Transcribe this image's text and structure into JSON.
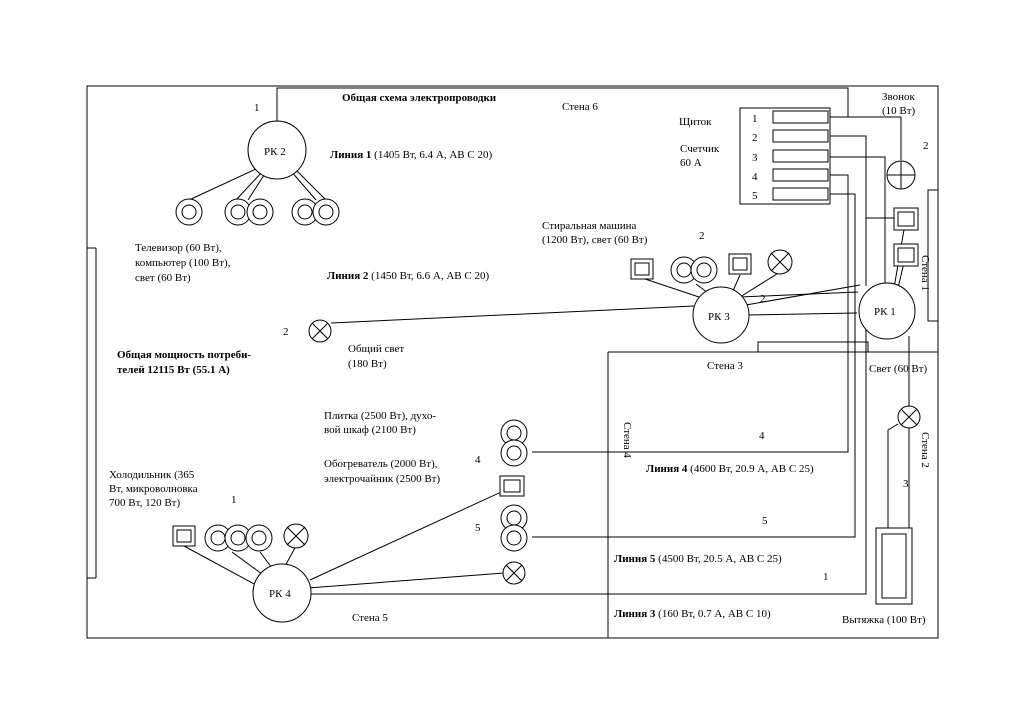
{
  "title": "Общая схема электропроводки",
  "walls": {
    "wall1": "Стена 1",
    "wall2": "Стена 2",
    "wall3": "Стена 3",
    "wall4": "Стена 4",
    "wall5": "Стена 5",
    "wall6": "Стена 6"
  },
  "panel": {
    "label": "Щиток",
    "meter_label": "Счетчик",
    "meter_value": "60 А",
    "breakers": [
      "1",
      "2",
      "3",
      "4",
      "5"
    ]
  },
  "doorbell": {
    "label": "Звонок",
    "power": "(10 Вт)",
    "line_no": "2"
  },
  "junction_boxes": {
    "rk1": "РК 1",
    "rk2": "РК 2",
    "rk3": "РК 3",
    "rk4": "РК 4"
  },
  "lines": [
    {
      "id": "line1",
      "name": "Линия 1",
      "spec": "(1405 Вт, 6.4 А, АВ С 20)"
    },
    {
      "id": "line2",
      "name": "Линия 2",
      "spec": "(1450 Вт, 6.6 А, АВ С 20)"
    },
    {
      "id": "line3",
      "name": "Линия 3",
      "spec": "(160 Вт, 0.7 А, АВ С 10)"
    },
    {
      "id": "line4",
      "name": "Линия 4",
      "spec": "(4600 Вт, 20.9 А, АВ С 25)"
    },
    {
      "id": "line5",
      "name": "Линия 5",
      "spec": "(4500 Вт, 20.5 А, АВ С 25)"
    }
  ],
  "consumers": {
    "tv_group": [
      "Телевизор (60 Вт),",
      "компьютер (100 Вт),",
      "свет (60 Вт)"
    ],
    "washer": [
      "Стиральная машина",
      "(1200 Вт), свет (60 Вт)"
    ],
    "common_light": [
      "Общий свет",
      "(180 Вт)"
    ],
    "stove": [
      "Плитка (2500 Вт), духо-",
      "вой шкаф (2100 Вт)"
    ],
    "heater": [
      "Обогреватель (2000 Вт),",
      "электрочайник  (2500 Вт)"
    ],
    "fridge": [
      "Холодильник (365",
      "Вт, микроволновка",
      "700 Вт, 120 Вт)"
    ],
    "light_right": "Свет (60 Вт)",
    "hood": "Вытяжка (100 Вт)"
  },
  "total": [
    "Общая мощность потреби-",
    "телей 12115 Вт (55.1 А)"
  ],
  "line_markers": {
    "top_rk2": "1",
    "washer": "2",
    "rk3": "2",
    "common_light": "2",
    "stove": "4",
    "heater": "5",
    "wall4_4": "4",
    "wall4_5": "5",
    "bottom_1": "1",
    "fridge": "1",
    "hood": "3"
  }
}
